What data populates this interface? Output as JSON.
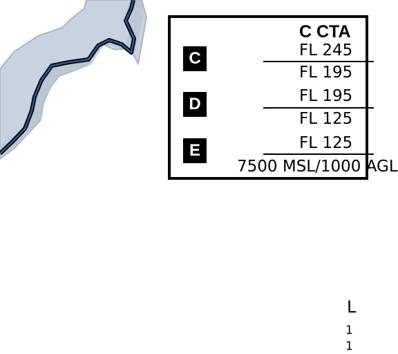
{
  "map": {
    "colors": {
      "land_shadow": "#c7d3df",
      "land_shadow_dark": "#a9b6c3",
      "coast_line": "#1f3f66",
      "coast_outline": "#000000",
      "legend_border": "#000000",
      "badge_bg": "#000000",
      "badge_text": "#ffffff"
    }
  },
  "legend": {
    "title": "C CTA",
    "rows": [
      {
        "class": "C",
        "upper": "FL 245",
        "lower": "FL 195"
      },
      {
        "class": "D",
        "upper": "FL 195",
        "lower": "FL 125"
      },
      {
        "class": "E",
        "upper": "FL 125",
        "lower": "7500 MSL/1000 AGL"
      }
    ]
  },
  "corner": {
    "heading": "L",
    "line1": "1",
    "line2": "1"
  }
}
